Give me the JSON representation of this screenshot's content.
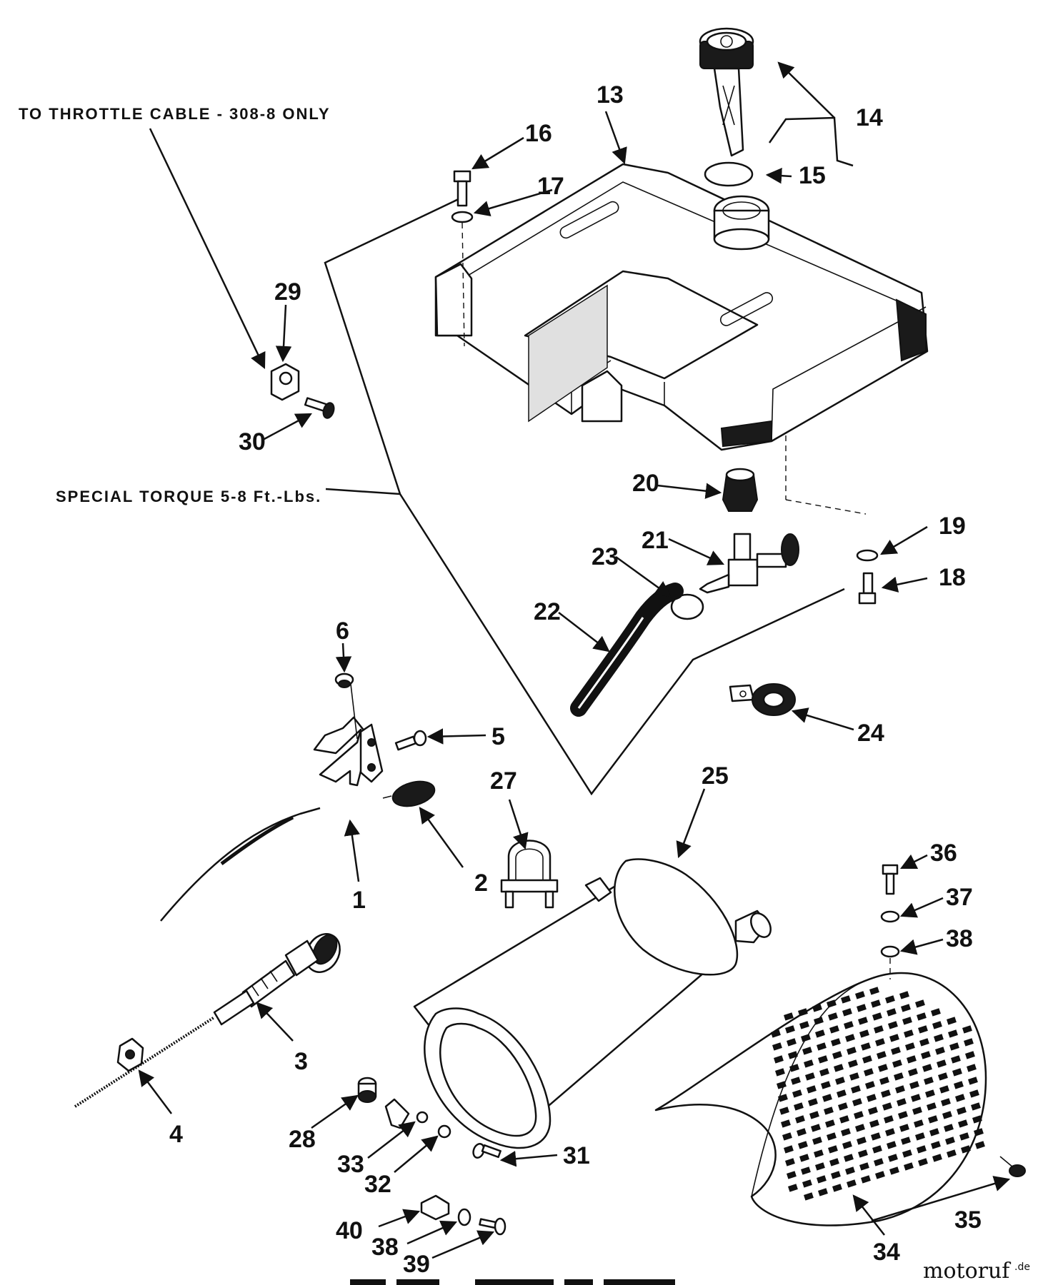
{
  "callouts": {
    "c1": "1",
    "c2": "2",
    "c3": "3",
    "c4": "4",
    "c5": "5",
    "c6": "6",
    "c13": "13",
    "c14": "14",
    "c15": "15",
    "c16": "16",
    "c17": "17",
    "c18": "18",
    "c19": "19",
    "c20": "20",
    "c21": "21",
    "c22": "22",
    "c23": "23",
    "c24": "24",
    "c25": "25",
    "c27": "27",
    "c28": "28",
    "c29": "29",
    "c30": "30",
    "c31": "31",
    "c32": "32",
    "c33": "33",
    "c34": "34",
    "c35": "35",
    "c36": "36",
    "c37": "37",
    "c38a": "38",
    "c38b": "38",
    "c39": "39",
    "c40": "40"
  },
  "notes": {
    "throttle": "TO THROTTLE CABLE - 308-8 ONLY",
    "torque": "SPECIAL TORQUE 5-8 Ft.-Lbs."
  },
  "watermark": {
    "brand": "motoruf",
    "suffix": ".de"
  }
}
